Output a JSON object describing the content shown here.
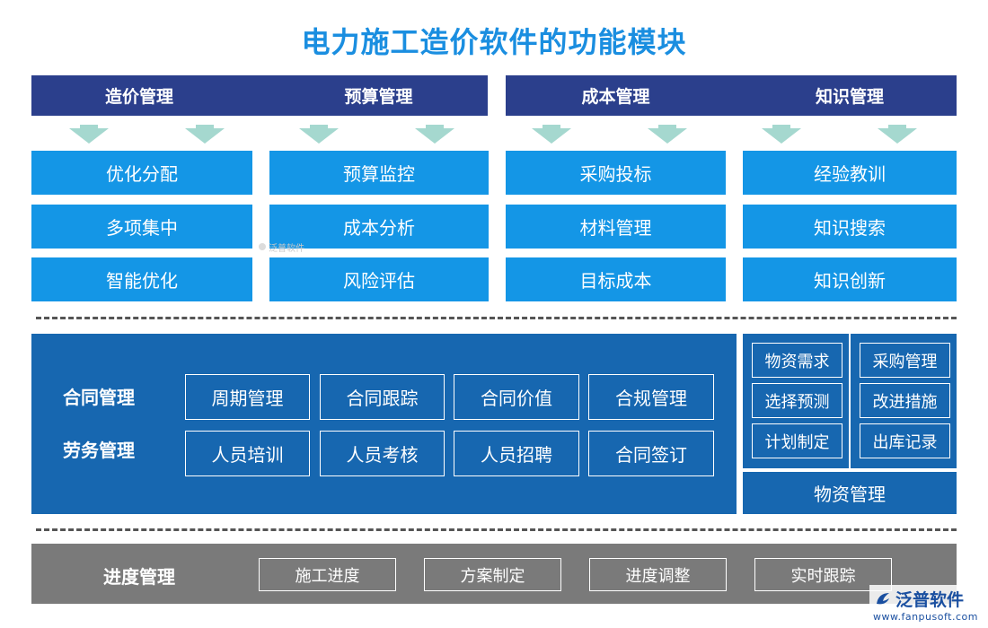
{
  "title": "电力施工造价软件的功能模块",
  "headers": [
    "造价管理",
    "预算管理",
    "成本管理",
    "知识管理"
  ],
  "grid": [
    [
      "优化分配",
      "多项集中",
      "智能优化"
    ],
    [
      "预算监控",
      "成本分析",
      "风险评估"
    ],
    [
      "采购投标",
      "材料管理",
      "目标成本"
    ],
    [
      "经验教训",
      "知识搜索",
      "知识创新"
    ]
  ],
  "contract": {
    "label1": "合同管理",
    "label2": "劳务管理",
    "row1": [
      "周期管理",
      "合同跟踪",
      "合同价值",
      "合规管理"
    ],
    "row2": [
      "人员培训",
      "人员考核",
      "人员招聘",
      "合同签订"
    ]
  },
  "materials": {
    "left": [
      "物资需求",
      "选择预测",
      "计划制定"
    ],
    "right": [
      "采购管理",
      "改进措施",
      "出库记录"
    ],
    "footer": "物资管理"
  },
  "progress": {
    "label": "进度管理",
    "items": [
      "施工进度",
      "方案制定",
      "进度调整",
      "实时跟踪"
    ]
  },
  "watermark": "泛普软件",
  "brand": {
    "name": "泛普软件",
    "url": "www.fanpusoft.com",
    "color": "#1a4fa0"
  }
}
